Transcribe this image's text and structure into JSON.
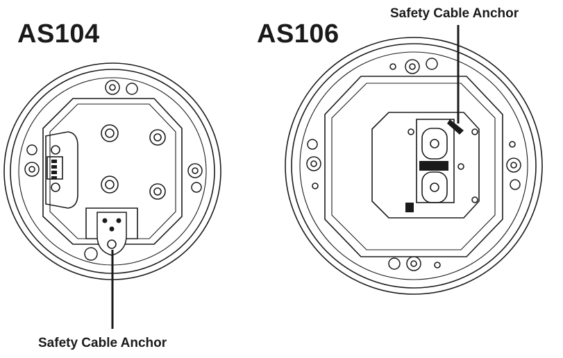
{
  "diagram": {
    "left_title": "AS104",
    "right_title": "AS106",
    "left_callout": "Safety Cable Anchor",
    "right_callout": "Safety Cable Anchor"
  },
  "colors": {
    "line": "#1a1a1a",
    "background": "#ffffff"
  }
}
